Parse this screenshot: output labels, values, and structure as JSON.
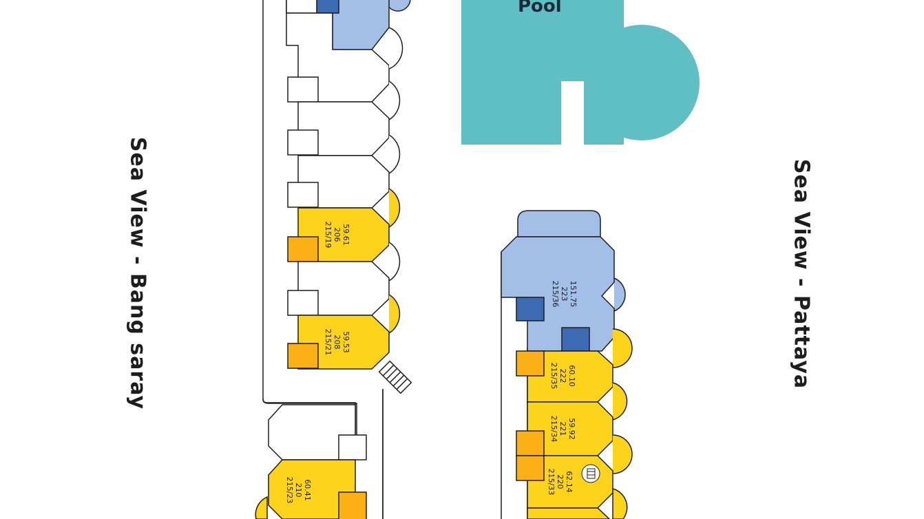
{
  "pool": {
    "label": "Pool",
    "color": "#5fbfc4"
  },
  "labels": {
    "left_view": "Sea View - Bang saray",
    "right_view": "Sea View - Pattaya"
  },
  "colors": {
    "available": "#fdd41b",
    "premium": "#a3bfe8",
    "terrace": "#fbb015",
    "terrace_blue": "#3d6bb3",
    "outline": "#1d1d1d"
  },
  "units": [
    {
      "id": "206",
      "area": "59.61",
      "plot": "215/19",
      "status": "available"
    },
    {
      "id": "208",
      "area": "59.53",
      "plot": "215/21",
      "status": "available"
    },
    {
      "id": "210",
      "area": "60.41",
      "plot": "215/23",
      "status": "available"
    },
    {
      "id": "223",
      "area": "151.75",
      "plot": "215/36",
      "status": "premium"
    },
    {
      "id": "222",
      "area": "60.10",
      "plot": "215/35",
      "status": "available"
    },
    {
      "id": "221",
      "area": "59.92",
      "plot": "215/34",
      "status": "available"
    },
    {
      "id": "220",
      "area": "62.14",
      "plot": "215/33",
      "status": "available"
    }
  ]
}
